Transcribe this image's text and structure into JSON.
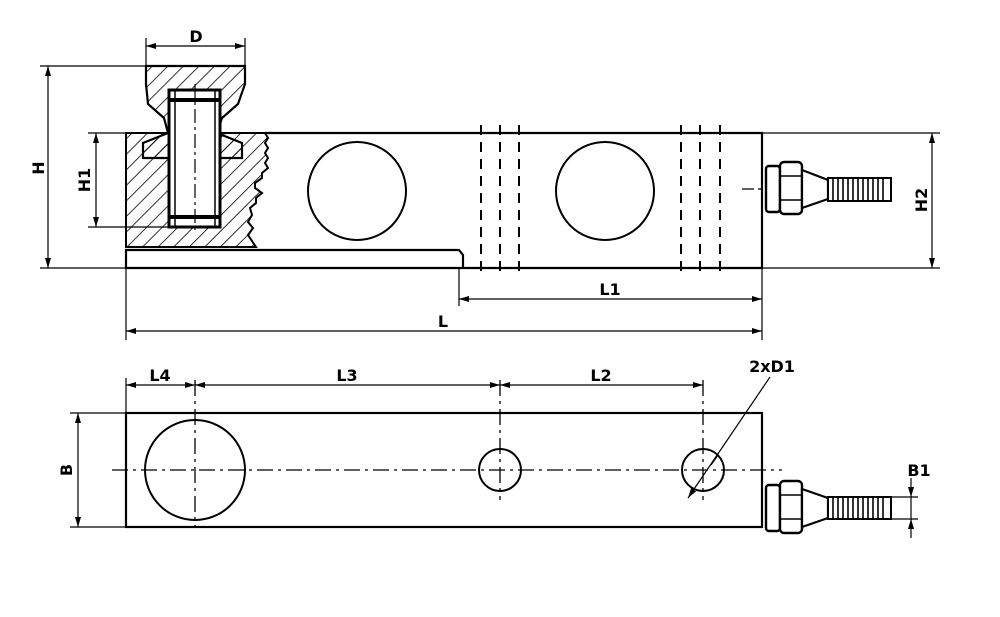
{
  "labels": {
    "D": "D",
    "H": "H",
    "H1": "H1",
    "H2": "H2",
    "L": "L",
    "L1": "L1",
    "L2": "L2",
    "L3": "L3",
    "L4": "L4",
    "B": "B",
    "B1": "B1",
    "D1": "2xD1"
  }
}
